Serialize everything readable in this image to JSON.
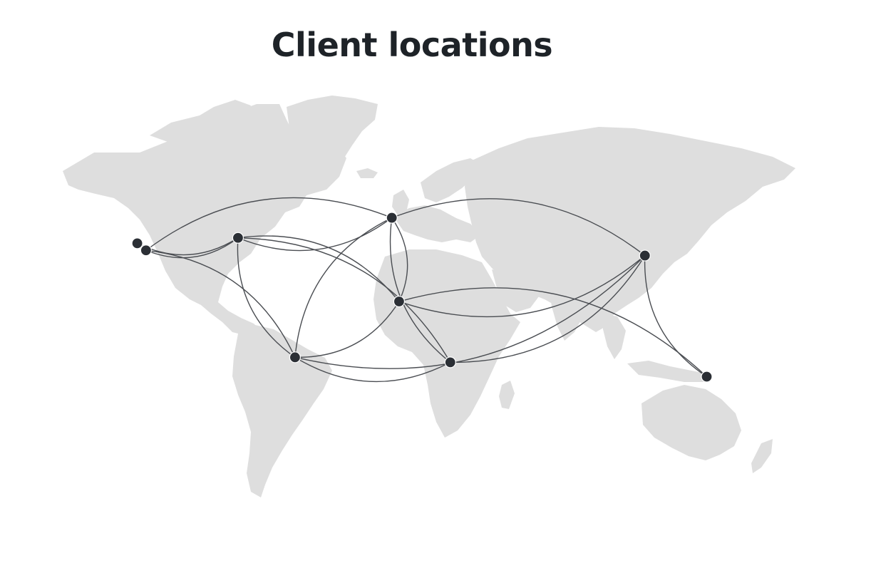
{
  "title": "Client locations",
  "colors": {
    "land": "#dedede",
    "route": "#4a4d52",
    "pin": "#2b2f35",
    "title": "#1e2328"
  },
  "locations": [
    {
      "id": "san-francisco",
      "lat": 37.8,
      "lon": -122.4
    },
    {
      "id": "los-angeles",
      "lat": 34.0,
      "lon": -118.2
    },
    {
      "id": "new-york",
      "lat": 40.7,
      "lon": -74.0
    },
    {
      "id": "sao-paulo",
      "lat": -23.5,
      "lon": -46.6
    },
    {
      "id": "london",
      "lat": 51.5,
      "lon": -0.1
    },
    {
      "id": "lagos",
      "lat": 6.5,
      "lon": 3.4
    },
    {
      "id": "johannesburg",
      "lat": -26.2,
      "lon": 28.0
    },
    {
      "id": "shanghai",
      "lat": 31.2,
      "lon": 121.5
    },
    {
      "id": "sydney",
      "lat": -33.9,
      "lon": 151.2
    }
  ],
  "routes": [
    [
      "san-francisco",
      "new-york"
    ],
    [
      "san-francisco",
      "los-angeles"
    ],
    [
      "los-angeles",
      "new-york"
    ],
    [
      "los-angeles",
      "sao-paulo"
    ],
    [
      "new-york",
      "london"
    ],
    [
      "new-york",
      "lagos"
    ],
    [
      "new-york",
      "sao-paulo"
    ],
    [
      "new-york",
      "johannesburg"
    ],
    [
      "london",
      "sao-paulo"
    ],
    [
      "london",
      "lagos"
    ],
    [
      "london",
      "johannesburg"
    ],
    [
      "london",
      "shanghai"
    ],
    [
      "london",
      "los-angeles"
    ],
    [
      "lagos",
      "sao-paulo"
    ],
    [
      "lagos",
      "shanghai"
    ],
    [
      "lagos",
      "sydney"
    ],
    [
      "johannesburg",
      "shanghai"
    ],
    [
      "johannesburg",
      "sao-paulo"
    ],
    [
      "shanghai",
      "sydney"
    ],
    [
      "shanghai",
      "sao-paulo"
    ]
  ]
}
